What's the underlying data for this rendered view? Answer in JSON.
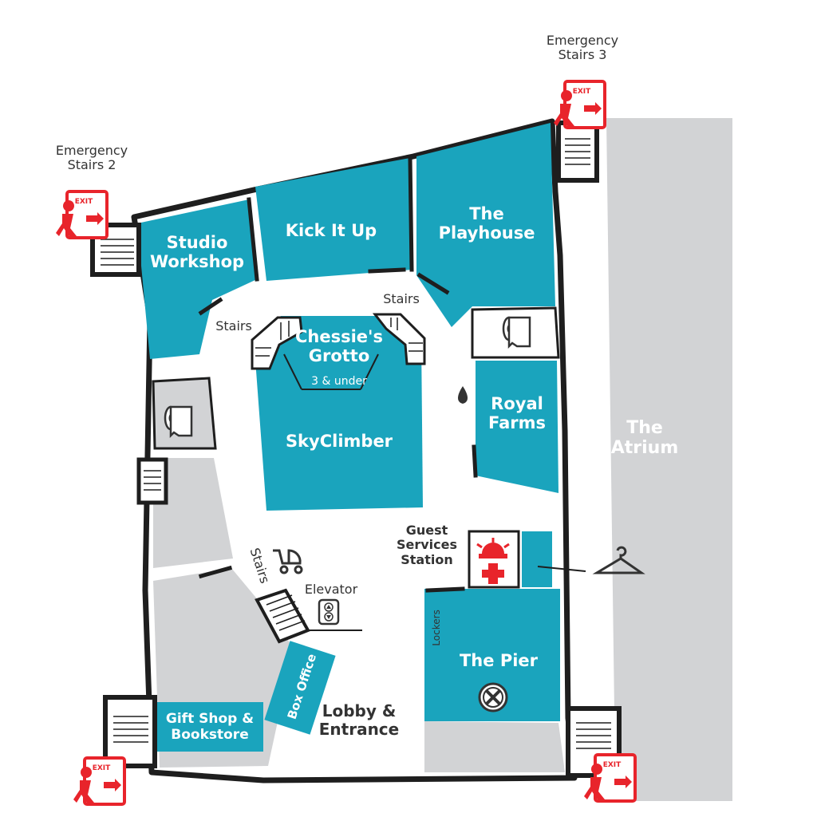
{
  "colors": {
    "room": "#1aa4bd",
    "wall": "#1e1e1e",
    "gray": "#d2d3d5",
    "exit_red": "#e8242b"
  },
  "rooms": {
    "studio_workshop": [
      "Studio",
      "Workshop"
    ],
    "kick_it_up": "Kick It Up",
    "playhouse": [
      "The",
      "Playhouse"
    ],
    "chessies_grotto": [
      "Chessie's",
      "Grotto"
    ],
    "grotto_age": "3 & under",
    "skyclimber": "SkyClimber",
    "royal_farms": [
      "Royal",
      "Farms"
    ],
    "the_pier": "The Pier",
    "gift_shop": [
      "Gift Shop &",
      "Bookstore"
    ],
    "box_office": "Box Office",
    "atrium": [
      "The",
      "Atrium"
    ]
  },
  "labels": {
    "emergency_stairs_2": [
      "Emergency",
      "Stairs 2"
    ],
    "emergency_stairs_3": [
      "Emergency",
      "Stairs 3"
    ],
    "stairs": "Stairs",
    "elevator": "Elevator",
    "guest_services": [
      "Guest",
      "Services",
      "Station"
    ],
    "lobby": [
      "Lobby &",
      "Entrance"
    ],
    "lockers": "Lockers",
    "exit_sign": "EXIT"
  },
  "icons": [
    "exit-sign-icon",
    "restroom-icon",
    "water-fountain-icon",
    "stroller-icon",
    "elevator-icon",
    "first-aid-icon",
    "coat-check-icon",
    "no-entry-icon"
  ]
}
